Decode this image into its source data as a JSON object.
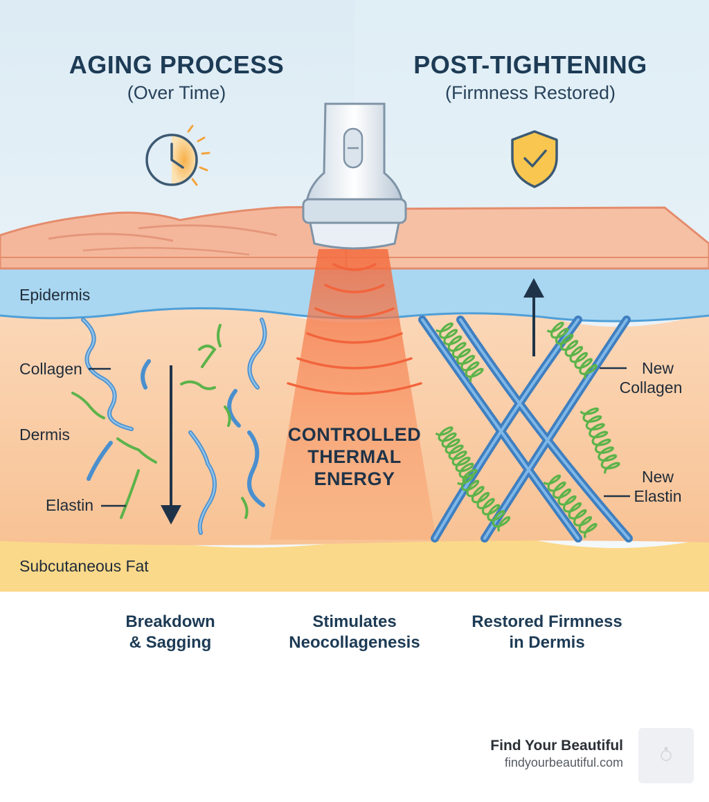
{
  "left_panel": {
    "title": "AGING PROCESS",
    "subtitle": "(Over Time)",
    "icon": "clock-icon"
  },
  "right_panel": {
    "title": "POST-TIGHTENING",
    "subtitle": "(Firmness Restored)",
    "icon": "shield-check-icon"
  },
  "layers": {
    "epidermis": "Epidermis",
    "dermis": "Dermis",
    "subcutaneous": "Subcutaneous Fat"
  },
  "fibers": {
    "collagen": "Collagen",
    "elastin": "Elastin",
    "new_collagen_line1": "New",
    "new_collagen_line2": "Collagen",
    "new_elastin_line1": "New",
    "new_elastin_line2": "Elastin"
  },
  "energy": {
    "line1": "CONTROLLED",
    "line2": "THERMAL",
    "line3": "ENERGY"
  },
  "captions": {
    "left_line1": "Breakdown",
    "left_line2": "& Sagging",
    "center_line1": "Stimulates",
    "center_line2": "Neocollagenesis",
    "right_line1": "Restored Firmness",
    "right_line2": "in Dermis"
  },
  "brand": {
    "name": "Find Your Beautiful",
    "url": "findyourbeautiful.com"
  },
  "colors": {
    "skin": "#f4b79c",
    "epidermis": "#a9d6f0",
    "dermis": "#f8c9a6",
    "fat": "#fbd98a",
    "collagen": "#3f8fd2",
    "elastin": "#5cb34a",
    "heat": "#f2643c",
    "title": "#1d3b55"
  }
}
